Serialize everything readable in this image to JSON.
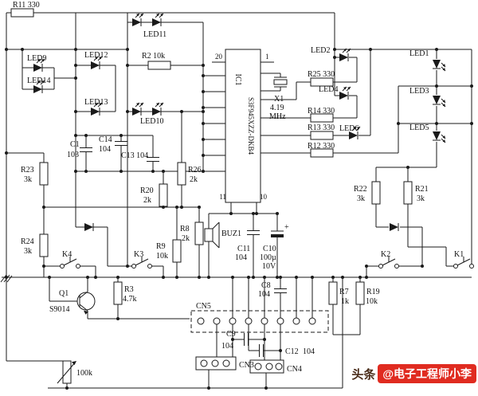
{
  "colors": {
    "ink": "#1a1a1a",
    "bg": "#ffffff",
    "accent_red": "#e02b20"
  },
  "watermark": {
    "prefix": "头条",
    "handle": "@电子工程师小李"
  },
  "ic": {
    "name": "IC1",
    "part": "S3F945XZZ-DKB4",
    "pins": {
      "tl": "20",
      "tr": "1",
      "bl": "11",
      "br": "10"
    }
  },
  "crystal": {
    "name": "X1",
    "freq": "4.19",
    "unit": "MHz"
  },
  "labels": {
    "r11": "R11 330",
    "led11": "LED11",
    "led9": "LED9",
    "led12": "LED12",
    "led14": "LED14",
    "led13": "LED13",
    "led10": "LED10",
    "r2": "R2 10k",
    "c1n": "C1",
    "c1v": "103",
    "c14n": "C14",
    "c14v": "104",
    "c13": "C13 104",
    "r23n": "R23",
    "r23v": "3k",
    "r26n": "R26",
    "r26v": "2k",
    "r20n": "R20",
    "r20v": "2k",
    "r24n": "R24",
    "r24v": "3k",
    "r8n": "R8",
    "r8v": "2k",
    "buz1": "BUZ1",
    "k1": "K1",
    "k2": "K2",
    "k3": "K3",
    "k4": "K4",
    "r9n": "R9",
    "r9v": "10k",
    "q1n": "Q1",
    "q1v": "S9014",
    "r3n": "R3",
    "r3v": "4.7k",
    "led2": "LED2",
    "led4": "LED4",
    "led6": "LED6",
    "led1": "LED1",
    "led3": "LED3",
    "led5": "LED5",
    "r25": "R25 330",
    "r14": "R14 330",
    "r13": "R13 330",
    "r12": "R12 330",
    "r22n": "R22",
    "r22v": "3k",
    "r21n": "R21",
    "r21v": "3k",
    "c11n": "C11",
    "c11v": "104",
    "c10n": "C10",
    "c10v": "100µ",
    "c10volt": "10V",
    "c10plus": "+",
    "c8n": "C8",
    "c8v": "104",
    "r7n": "R7",
    "r7v": "1k",
    "r19n": "R19",
    "r19v": "10k",
    "cn5": "CN5",
    "c9n": "C9",
    "c9v": "104",
    "c12n": "C12",
    "c12v": "104",
    "cn3": "CN3",
    "cn4": "CN4",
    "pot": "100k"
  }
}
